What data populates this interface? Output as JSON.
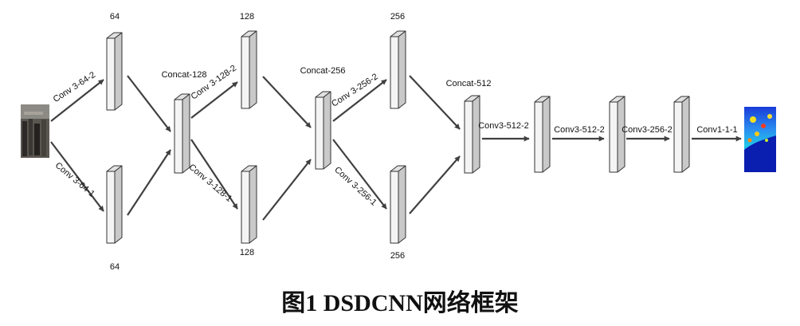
{
  "figure": {
    "caption": "图1  DSDCNN网络框架",
    "input_image": "crowd-photo",
    "output_image": "density-map",
    "colors": {
      "block_face": "#f4f4f4",
      "block_side": "#c9c9c9",
      "block_top": "#e2e2e2",
      "stroke": "#333333",
      "arrow": "#404040"
    }
  },
  "branch1": {
    "top_size": "64",
    "bottom_size": "64",
    "top_conv": "Conv 3-64-2",
    "bottom_conv": "Conv 3-64-1"
  },
  "concat1": "Concat-128",
  "branch2": {
    "top_size": "128",
    "bottom_size": "128",
    "top_conv": "Conv 3-128-2",
    "bottom_conv": "Conv 3-128-1"
  },
  "concat2": "Concat-256",
  "branch3": {
    "top_size": "256",
    "bottom_size": "256",
    "top_conv": "Conv 3-256-2",
    "bottom_conv": "Conv 3-256-1"
  },
  "concat3": "Concat-512",
  "tail": {
    "conv_a": "Conv3-512-2",
    "conv_b": "Conv3-512-2",
    "conv_c": "Conv3-256-2",
    "conv_d": "Conv1-1-1"
  }
}
